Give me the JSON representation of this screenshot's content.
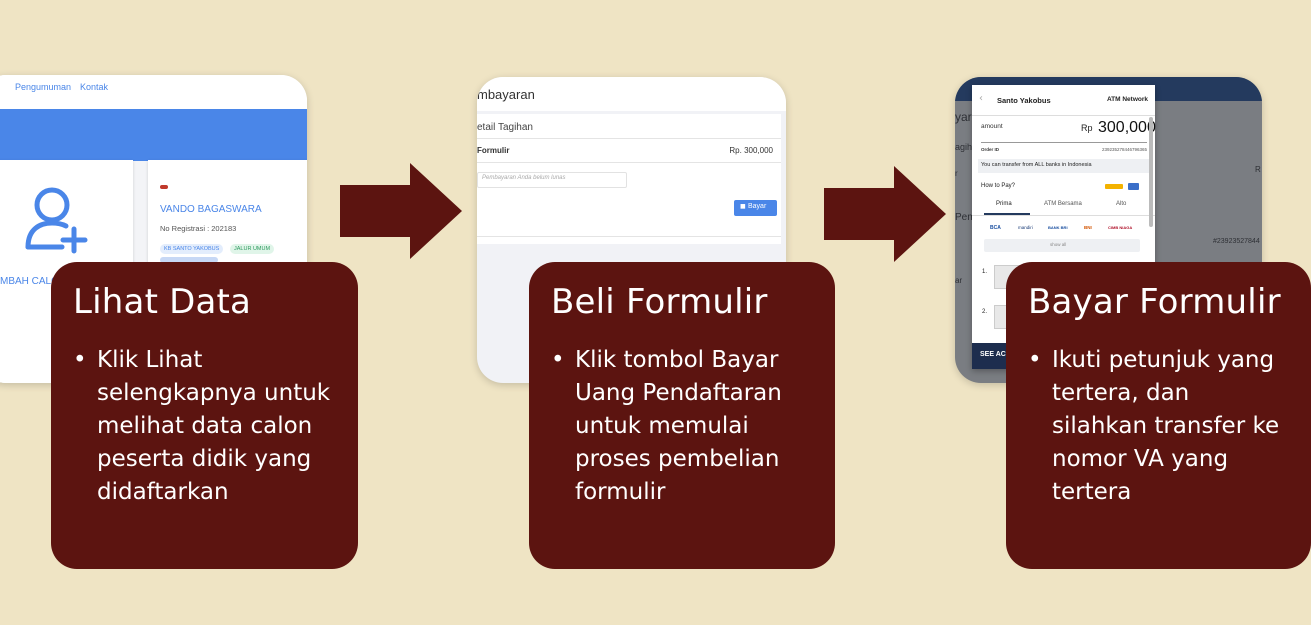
{
  "colors": {
    "background": "#efe4c4",
    "card": "#5c1410",
    "arrow": "#5c1410",
    "blue": "#4a86e8"
  },
  "shot1": {
    "nav": [
      "Pengumuman",
      "Kontak"
    ],
    "add_label": "MBAH CALON",
    "name": "VANDO BAGASWARA",
    "reg": "No Registrasi : 202183",
    "badges": [
      "KB SANTO YAKOBUS",
      "JALUR UMUM"
    ]
  },
  "shot2": {
    "title": "mbayaran",
    "detail": "etail Tagihan",
    "item": "Formulir",
    "amount": "Rp. 300,000",
    "status_placeholder": "Pembayaran Anda belum lunas",
    "button": "Bayar"
  },
  "shot3": {
    "merchant": "Santo Yakobus",
    "network": "ATM Network",
    "amount_label": "amount",
    "currency": "Rp",
    "amount": "300,000",
    "order_label": "Order ID",
    "order_id": "239235278446796365",
    "transfer_note": "You can transfer from ALL banks in Indonesia",
    "how": "How to Pay?",
    "tabs": [
      "Prima",
      "ATM Bersama",
      "Alto"
    ],
    "banks": [
      "BCA",
      "mandiri",
      "BANK BRI",
      "BNI",
      "CIMB NIAGA"
    ],
    "show_all": "show all",
    "steps": [
      "1.",
      "2."
    ],
    "see": "SEE AC",
    "bg_va": "#23923527844",
    "bg_left": [
      "yar",
      "agih",
      "r",
      "Pem",
      "ar"
    ],
    "bg_right": "R"
  },
  "cards": [
    {
      "title": "Lihat Data",
      "text": "Klik Lihat selengkapnya untuk melihat data calon peserta didik yang didaftarkan"
    },
    {
      "title": "Beli Formulir",
      "text": "Klik tombol Bayar Uang Pendaftaran untuk memulai proses pembelian formulir"
    },
    {
      "title": "Bayar Formulir",
      "text": "Ikuti petunjuk yang tertera, dan silahkan transfer ke nomor VA yang tertera"
    }
  ]
}
